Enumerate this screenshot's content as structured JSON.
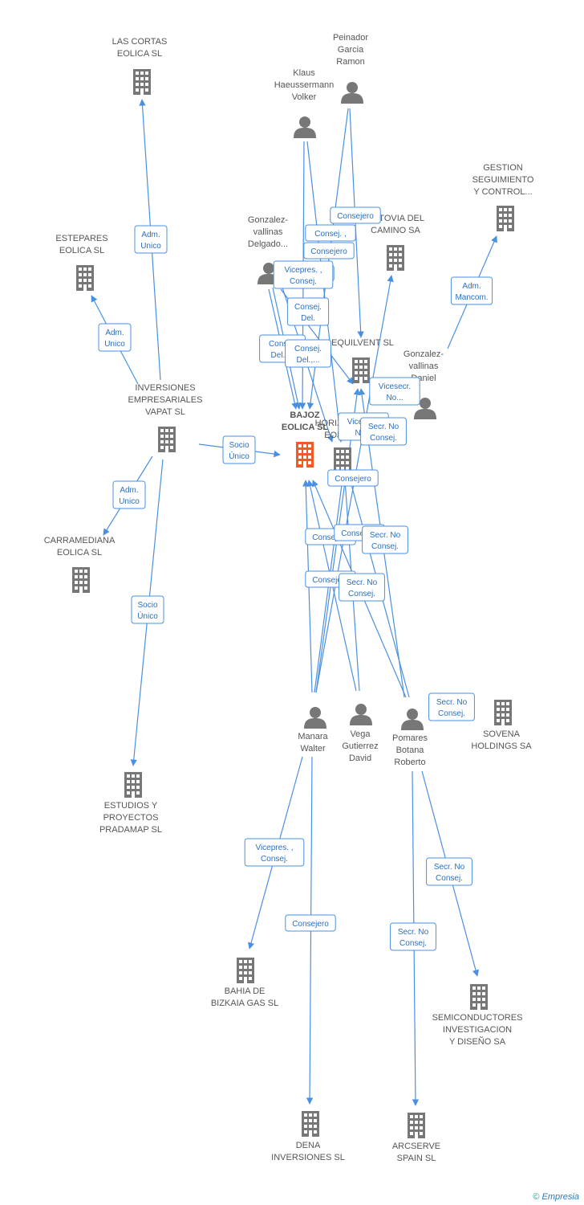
{
  "colors": {
    "edge": "#4a90e2",
    "node_gray": "#777777",
    "focus_node": "#f05a28",
    "label_text": "#2a6fc2"
  },
  "footer": {
    "copyright_symbol": "©",
    "brand": "Empresia"
  },
  "nodes": [
    {
      "id": "bajoz",
      "type": "company",
      "focus": true,
      "lines": [
        "BAJOZ",
        "EOLICA SL"
      ]
    },
    {
      "id": "lascortas",
      "type": "company",
      "lines": [
        "LAS CORTAS",
        "EOLICA SL"
      ]
    },
    {
      "id": "estepares",
      "type": "company",
      "lines": [
        "ESTEPARES",
        "EOLICA SL"
      ]
    },
    {
      "id": "vapat",
      "type": "company",
      "lines": [
        "INVERSIONES",
        "EMPRESARIALES",
        "VAPAT SL"
      ]
    },
    {
      "id": "carramediana",
      "type": "company",
      "lines": [
        "CARRAMEDIANA",
        "EOLICA SL"
      ]
    },
    {
      "id": "pradamap",
      "type": "company",
      "lines": [
        "ESTUDIOS Y",
        "PROYECTOS",
        "PRADAMAP SL"
      ]
    },
    {
      "id": "peinador",
      "type": "person",
      "lines": [
        "Peinador",
        "Garcia",
        "Ramon"
      ]
    },
    {
      "id": "klaus",
      "type": "person",
      "lines": [
        "Klaus",
        "Haeussermann",
        "Volker"
      ]
    },
    {
      "id": "gonzalezdelgado",
      "type": "person",
      "lines": [
        "Gonzalez-",
        "vallinas",
        "Delgado..."
      ]
    },
    {
      "id": "autovia",
      "type": "company",
      "lines": [
        "AUTOVIA DEL",
        "CAMINO SA"
      ]
    },
    {
      "id": "gestion",
      "type": "company",
      "lines": [
        "GESTION",
        "SEGUIMIENTO",
        "Y CONTROL..."
      ]
    },
    {
      "id": "equilvent",
      "type": "company",
      "lines": [
        "EQUILVENT SL"
      ]
    },
    {
      "id": "gonzalezdaniel",
      "type": "person",
      "lines": [
        "Gonzalez-",
        "vallinas",
        "Daniel"
      ]
    },
    {
      "id": "horizonte",
      "type": "company",
      "lines": [
        "HORIZONTE",
        "EOLICO"
      ]
    },
    {
      "id": "manara",
      "type": "person",
      "lines": [
        "Manara",
        "Walter"
      ]
    },
    {
      "id": "vega",
      "type": "person",
      "lines": [
        "Vega",
        "Gutierrez",
        "David"
      ]
    },
    {
      "id": "pomares",
      "type": "person",
      "lines": [
        "Pomares",
        "Botana",
        "Roberto"
      ]
    },
    {
      "id": "sovena",
      "type": "company",
      "lines": [
        "SOVENA",
        "HOLDINGS SA"
      ]
    },
    {
      "id": "bahia",
      "type": "company",
      "lines": [
        "BAHIA DE",
        "BIZKAIA GAS SL"
      ]
    },
    {
      "id": "semiconductores",
      "type": "company",
      "lines": [
        "SEMICONDUCTORES",
        "INVESTIGACION",
        "Y DISEÑO SA"
      ]
    },
    {
      "id": "dena",
      "type": "company",
      "lines": [
        "DENA",
        "INVERSIONES SL"
      ]
    },
    {
      "id": "arcserve",
      "type": "company",
      "lines": [
        "ARCSERVE",
        "SPAIN SL"
      ]
    }
  ],
  "edges": [
    {
      "from": "vapat",
      "to": "lascortas",
      "label": [
        "Adm.",
        "Unico"
      ]
    },
    {
      "from": "vapat",
      "to": "estepares",
      "label": [
        "Adm.",
        "Unico"
      ]
    },
    {
      "from": "vapat",
      "to": "bajoz",
      "label": [
        "Socio",
        "Único"
      ]
    },
    {
      "from": "vapat",
      "to": "carramediana",
      "label": [
        "Adm.",
        "Unico"
      ]
    },
    {
      "from": "vapat",
      "to": "pradamap",
      "label": [
        "Socio",
        "Único"
      ]
    },
    {
      "from": "gonzalezdaniel",
      "to": "gestion",
      "label": [
        "Adm.",
        "Mancom."
      ]
    },
    {
      "from": "peinador",
      "to": "bajoz",
      "label": [
        "Consejero"
      ]
    },
    {
      "from": "peinador",
      "to": "equilvent",
      "label": [
        "Consej. ,"
      ]
    },
    {
      "from": "klaus",
      "to": "bajoz",
      "label": [
        "Consejero"
      ]
    },
    {
      "from": "klaus",
      "to": "horizonte",
      "label": [
        "Consejero"
      ]
    },
    {
      "from": "gonzalezdelgado",
      "to": "bajoz",
      "label": [
        "Vicepres. ,",
        "Consej."
      ]
    },
    {
      "from": "gonzalezdelgado",
      "to": "horizonte",
      "label": [
        "Consej.",
        "Del."
      ]
    },
    {
      "from": "gonzalezdelgado",
      "to": "bajoz",
      "label": [
        "Consej.",
        "Del.,..."
      ]
    },
    {
      "from": "gonzalezdelgado",
      "to": "equilvent",
      "label": [
        "Consej.",
        "Del.,..."
      ]
    },
    {
      "from": "manara",
      "to": "autovia",
      "label": [
        "Vicesecr.",
        "No..."
      ]
    },
    {
      "from": "manara",
      "to": "bajoz",
      "label": [
        "Consejero"
      ]
    },
    {
      "from": "manara",
      "to": "horizonte",
      "label": [
        "Consejero"
      ]
    },
    {
      "from": "manara",
      "to": "equilvent",
      "label": [
        "Vicesecr.",
        "No..."
      ]
    },
    {
      "from": "vega",
      "to": "bajoz",
      "label": [
        "Consejero"
      ]
    },
    {
      "from": "vega",
      "to": "horizonte",
      "label": [
        "Consejero"
      ]
    },
    {
      "from": "pomares",
      "to": "bajoz",
      "label": [
        "Secr. No",
        "Consej."
      ]
    },
    {
      "from": "pomares",
      "to": "horizonte",
      "label": [
        "Secr. No",
        "Consej."
      ]
    },
    {
      "from": "pomares",
      "to": "equilvent",
      "label": [
        "Secr. No",
        "Consej."
      ]
    },
    {
      "from": "pomares",
      "to": "sovena",
      "label": [
        "Secr. No",
        "Consej."
      ]
    },
    {
      "from": "manara",
      "to": "bahia",
      "label": [
        "Vicepres. ,",
        "Consej."
      ]
    },
    {
      "from": "manara",
      "to": "dena",
      "label": [
        "Consejero"
      ]
    },
    {
      "from": "pomares",
      "to": "semiconductores",
      "label": [
        "Secr. No",
        "Consej."
      ]
    },
    {
      "from": "pomares",
      "to": "arcserve",
      "label": [
        "Secr. No",
        "Consej."
      ]
    }
  ]
}
